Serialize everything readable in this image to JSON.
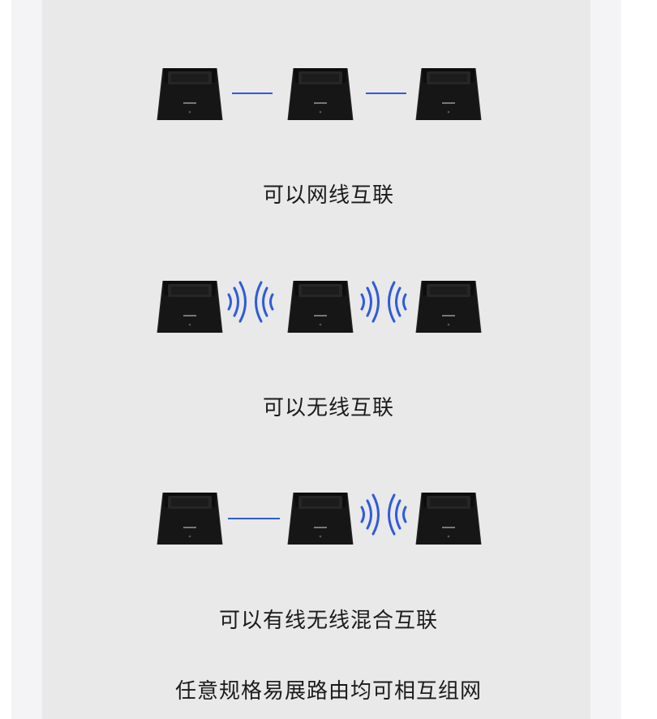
{
  "colors": {
    "panel_bg": "#e9e9e9",
    "device_body": "#161616",
    "device_top": "#262626",
    "link_blue": "#2f5bdb"
  },
  "captions": {
    "wired": "可以网线互联",
    "wireless": "可以无线互联",
    "hybrid": "可以有线无线混合互联",
    "summary": "任意规格易展路由均可相互组网"
  },
  "links": {
    "row1": [
      "wired",
      "wired"
    ],
    "row2": [
      "wireless",
      "wireless"
    ],
    "row3": [
      "wired",
      "wireless"
    ]
  },
  "device_icon": "mesh-router-icon",
  "link_icons": {
    "wired": "ethernet-line-icon",
    "wireless": "wifi-wave-icon"
  }
}
